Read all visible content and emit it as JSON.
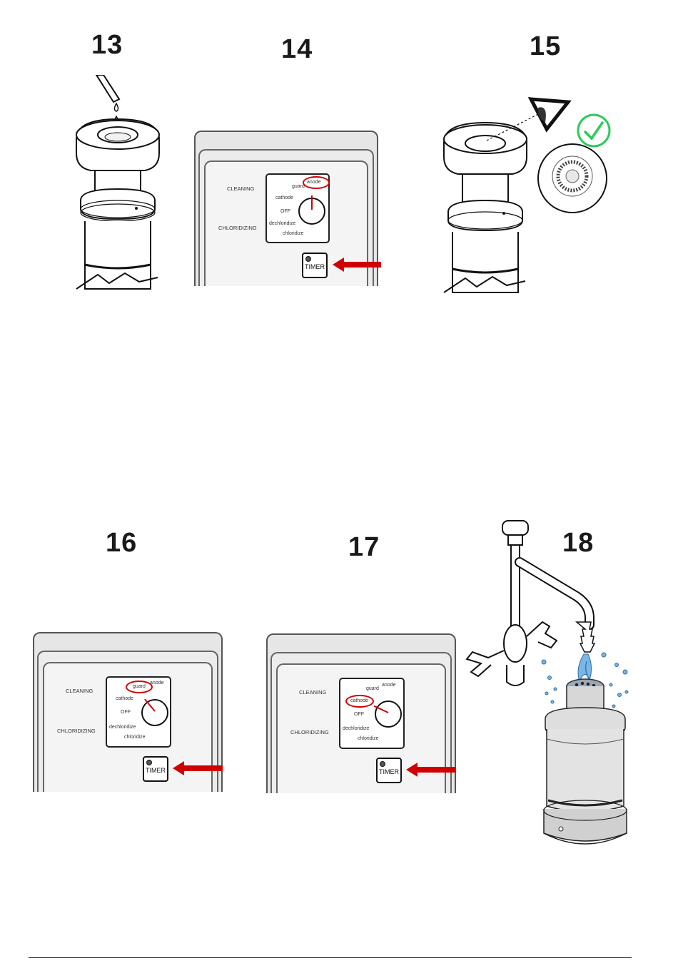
{
  "steps": {
    "s13": "13",
    "s14": "14",
    "s15": "15",
    "s16": "16",
    "s17": "17",
    "s18": "18"
  },
  "panel": {
    "cleaning": "CLEANING",
    "chloridizing": "CHLORIDIZING",
    "anode": "anode",
    "guard": "guard",
    "cathode": "cathode",
    "off": "OFF",
    "dechloridize": "dechloridize",
    "chloridize": "chloridize",
    "timer": "TIMER"
  },
  "colors": {
    "accent_red": "#d00000",
    "check_green": "#2ec95a"
  },
  "icons": {
    "check": "check-mark-icon",
    "eye": "eye-icon",
    "arrow": "red-arrow-icon"
  }
}
